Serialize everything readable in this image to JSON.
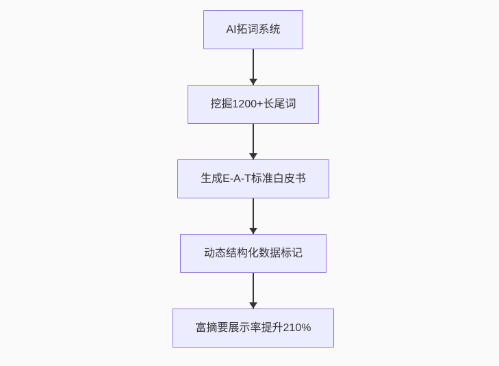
{
  "diagram": {
    "type": "flowchart",
    "direction": "top-down",
    "nodes": [
      {
        "id": "n1",
        "label": "AI拓词系统"
      },
      {
        "id": "n2",
        "label": "挖掘1200+长尾词"
      },
      {
        "id": "n3",
        "label": "生成E-A-T标准白皮书"
      },
      {
        "id": "n4",
        "label": "动态结构化数据标记"
      },
      {
        "id": "n5",
        "label": "富摘要展示率提升210%"
      }
    ],
    "edges": [
      {
        "from": "n1",
        "to": "n2",
        "arrow": "down"
      },
      {
        "from": "n2",
        "to": "n3",
        "arrow": "down"
      },
      {
        "from": "n3",
        "to": "n4",
        "arrow": "down"
      },
      {
        "from": "n4",
        "to": "n5",
        "arrow": "down"
      }
    ],
    "colors": {
      "node_fill": "#ececff",
      "node_border": "#9370db",
      "node_text": "#333333",
      "arrow": "#333333",
      "background": "#fafafa"
    }
  }
}
